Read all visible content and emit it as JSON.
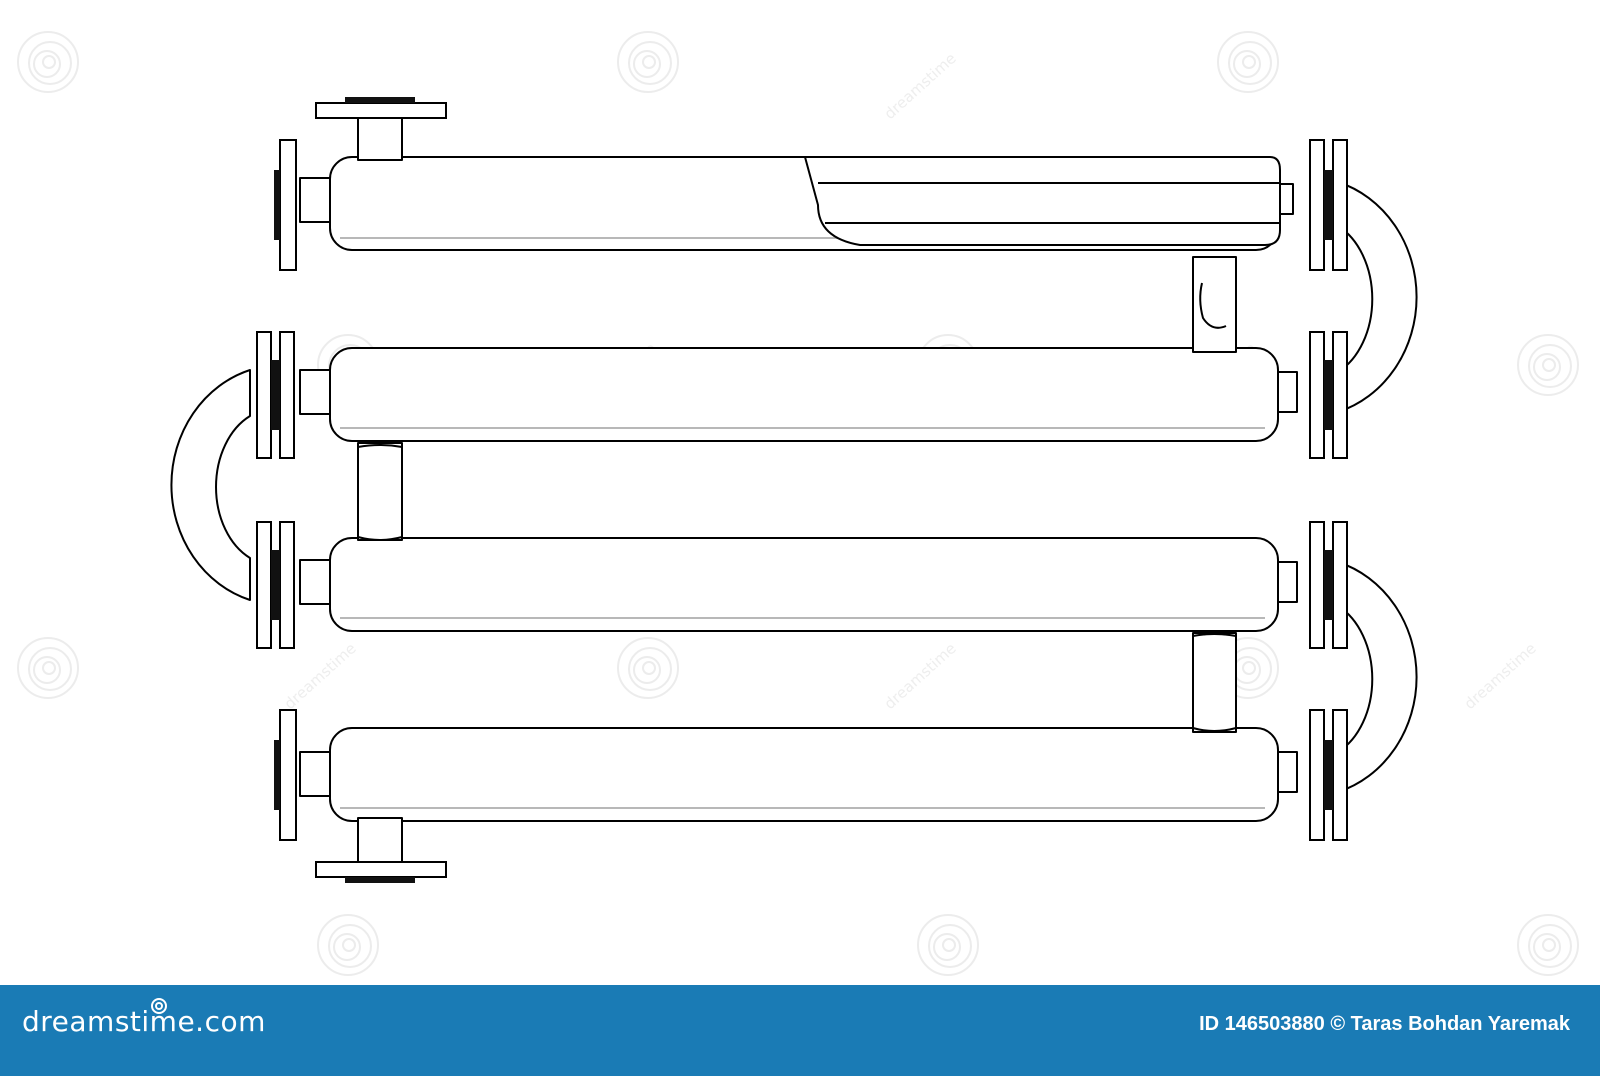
{
  "footer": {
    "brand": "dreamstime.com",
    "credit": "ID 146503880 © Taras Bohdan Yaremak"
  },
  "watermark": {
    "text": "dreamstime"
  },
  "colors": {
    "background": "#ffffff",
    "outline": "#000000",
    "shading": "#b8b8b8",
    "footer_background": "#1a7bb5",
    "footer_text": "#ffffff"
  }
}
